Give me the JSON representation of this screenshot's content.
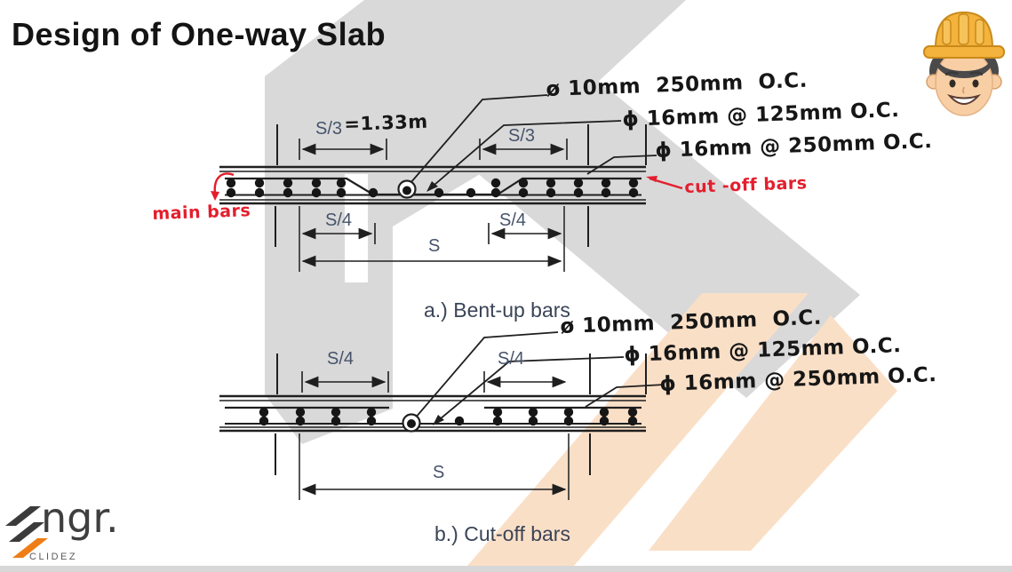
{
  "title": "Design of One-way Slab",
  "brand": {
    "logo_text": "ngr.",
    "logo_sub": "CLIDEZ"
  },
  "colors": {
    "annotation_red": "#e41e2d",
    "logo_orange": "#ee7d17",
    "watermark_gray": "#d9d9d9",
    "watermark_peach": "#fadfc7",
    "label_slate": "#46536b",
    "line_black": "#1f1f1f",
    "hardhat_yellow": "#f3b33c"
  },
  "diagram_a": {
    "caption": "a.) Bent-up bars",
    "annotations": [
      "ø 10mm  250mm  O.C.",
      "ϕ 16mm @ 125mm O.C.",
      "ϕ 16mm @ 250mm O.C."
    ],
    "dims": {
      "s3_left": "S/3",
      "s3_left_note": "=1.33m",
      "s3_right": "S/3",
      "s4_left": "S/4",
      "s4_right": "S/4",
      "span": "S"
    },
    "notes": {
      "main_bars": "main bars",
      "cut_off": "cut -off bars"
    }
  },
  "diagram_b": {
    "caption": "b.) Cut-off bars",
    "annotations": [
      "ø 10mm  250mm  O.C.",
      "ϕ 16mm @ 125mm O.C.",
      "ϕ 16mm @ 250mm O.C."
    ],
    "dims": {
      "s4_left": "S/4",
      "s4_right": "S/4",
      "span": "S"
    }
  }
}
